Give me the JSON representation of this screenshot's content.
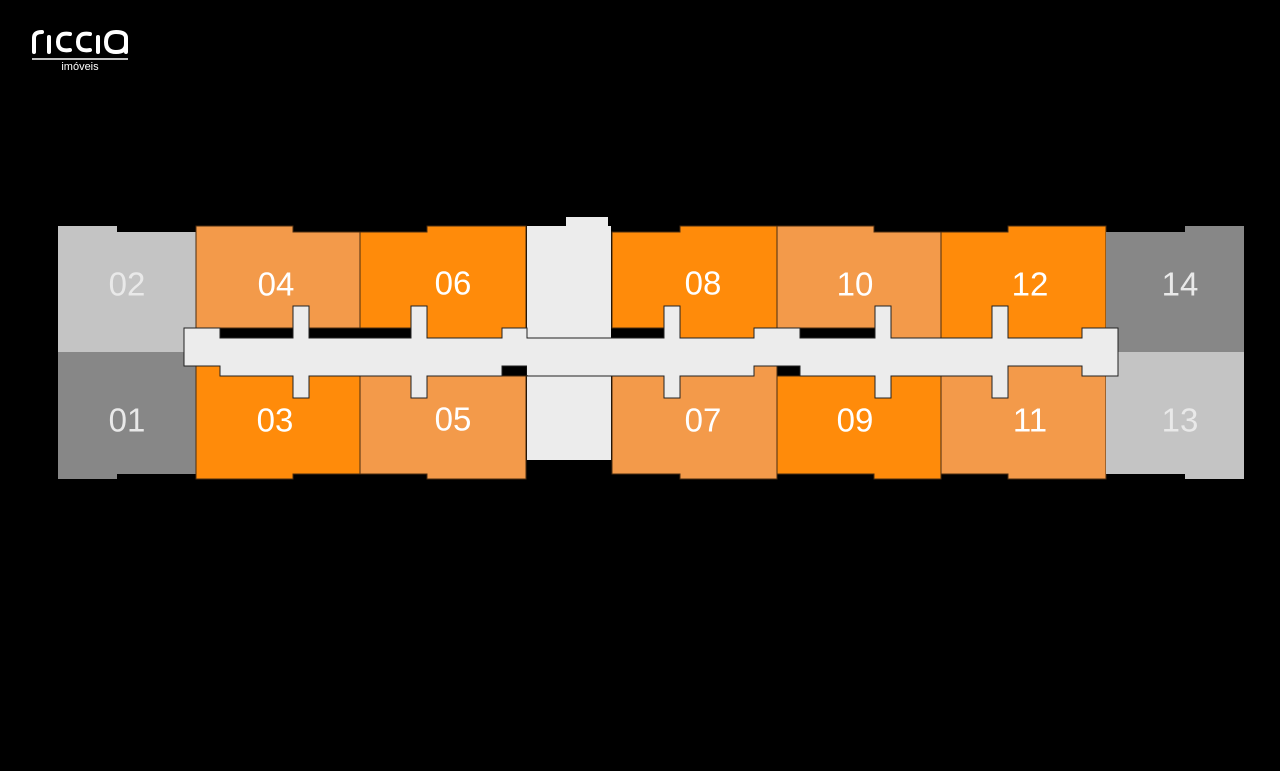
{
  "brand": {
    "wordmark": "riccia",
    "subtitle": "imóveis"
  },
  "colors": {
    "background": "#000000",
    "orange_bright": "#ff8b0a",
    "orange_light": "#f39a4a",
    "gray_light": "#c4c4c4",
    "gray_dark": "#878787",
    "corridor": "#ececec",
    "unit_border": "#3a2a1a",
    "label": "#ffffff"
  },
  "units": [
    {
      "id": "01",
      "label": "01",
      "status": "gray_dark"
    },
    {
      "id": "02",
      "label": "02",
      "status": "gray_light"
    },
    {
      "id": "03",
      "label": "03",
      "status": "orange_bright"
    },
    {
      "id": "04",
      "label": "04",
      "status": "orange_light"
    },
    {
      "id": "05",
      "label": "05",
      "status": "orange_light"
    },
    {
      "id": "06",
      "label": "06",
      "status": "orange_bright"
    },
    {
      "id": "07",
      "label": "07",
      "status": "orange_light"
    },
    {
      "id": "08",
      "label": "08",
      "status": "orange_bright"
    },
    {
      "id": "09",
      "label": "09",
      "status": "orange_bright"
    },
    {
      "id": "10",
      "label": "10",
      "status": "orange_light"
    },
    {
      "id": "11",
      "label": "11",
      "status": "orange_light"
    },
    {
      "id": "12",
      "label": "12",
      "status": "orange_bright"
    },
    {
      "id": "13",
      "label": "13",
      "status": "gray_light"
    },
    {
      "id": "14",
      "label": "14",
      "status": "gray_dark"
    }
  ]
}
